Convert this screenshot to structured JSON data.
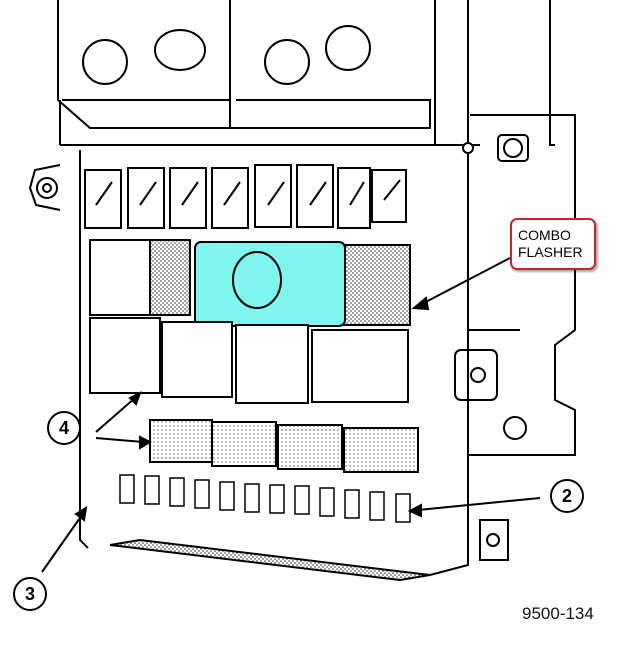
{
  "callout": {
    "line1": "COMBO",
    "line2": "FLASHER",
    "border_color": "#c0282d"
  },
  "highlight_color": "#7ff5f0",
  "labels": {
    "two": "2",
    "three": "3",
    "four": "4"
  },
  "figure_id": "9500-134"
}
